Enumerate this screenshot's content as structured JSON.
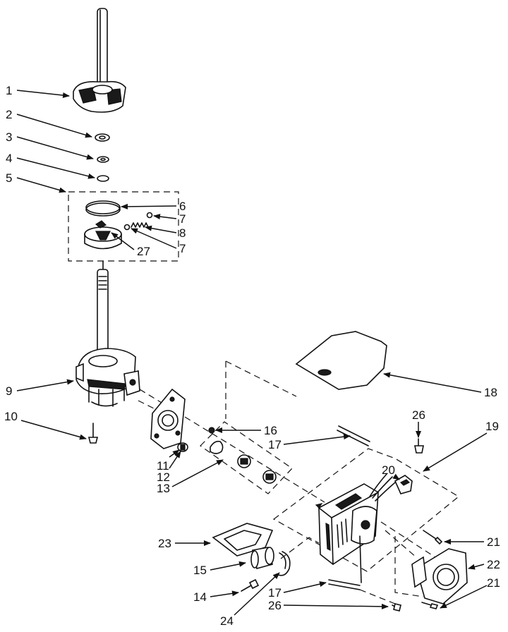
{
  "callouts": {
    "c1": "1",
    "c2": "2",
    "c3": "3",
    "c4": "4",
    "c5": "5",
    "c6": "6",
    "c7a": "7",
    "c8": "8",
    "c7b": "7",
    "c27": "27",
    "c9": "9",
    "c10": "10",
    "c11": "11",
    "c12": "12",
    "c13": "13",
    "c16": "16",
    "c17a": "17",
    "c18": "18",
    "c26a": "26",
    "c19": "19",
    "c20": "20",
    "c21a": "21",
    "c22": "22",
    "c21b": "21",
    "c23": "23",
    "c15": "15",
    "c14": "14",
    "c17b": "17",
    "c26b": "26",
    "c24": "24"
  },
  "colors": {
    "ink": "#111111",
    "paper": "#ffffff"
  }
}
